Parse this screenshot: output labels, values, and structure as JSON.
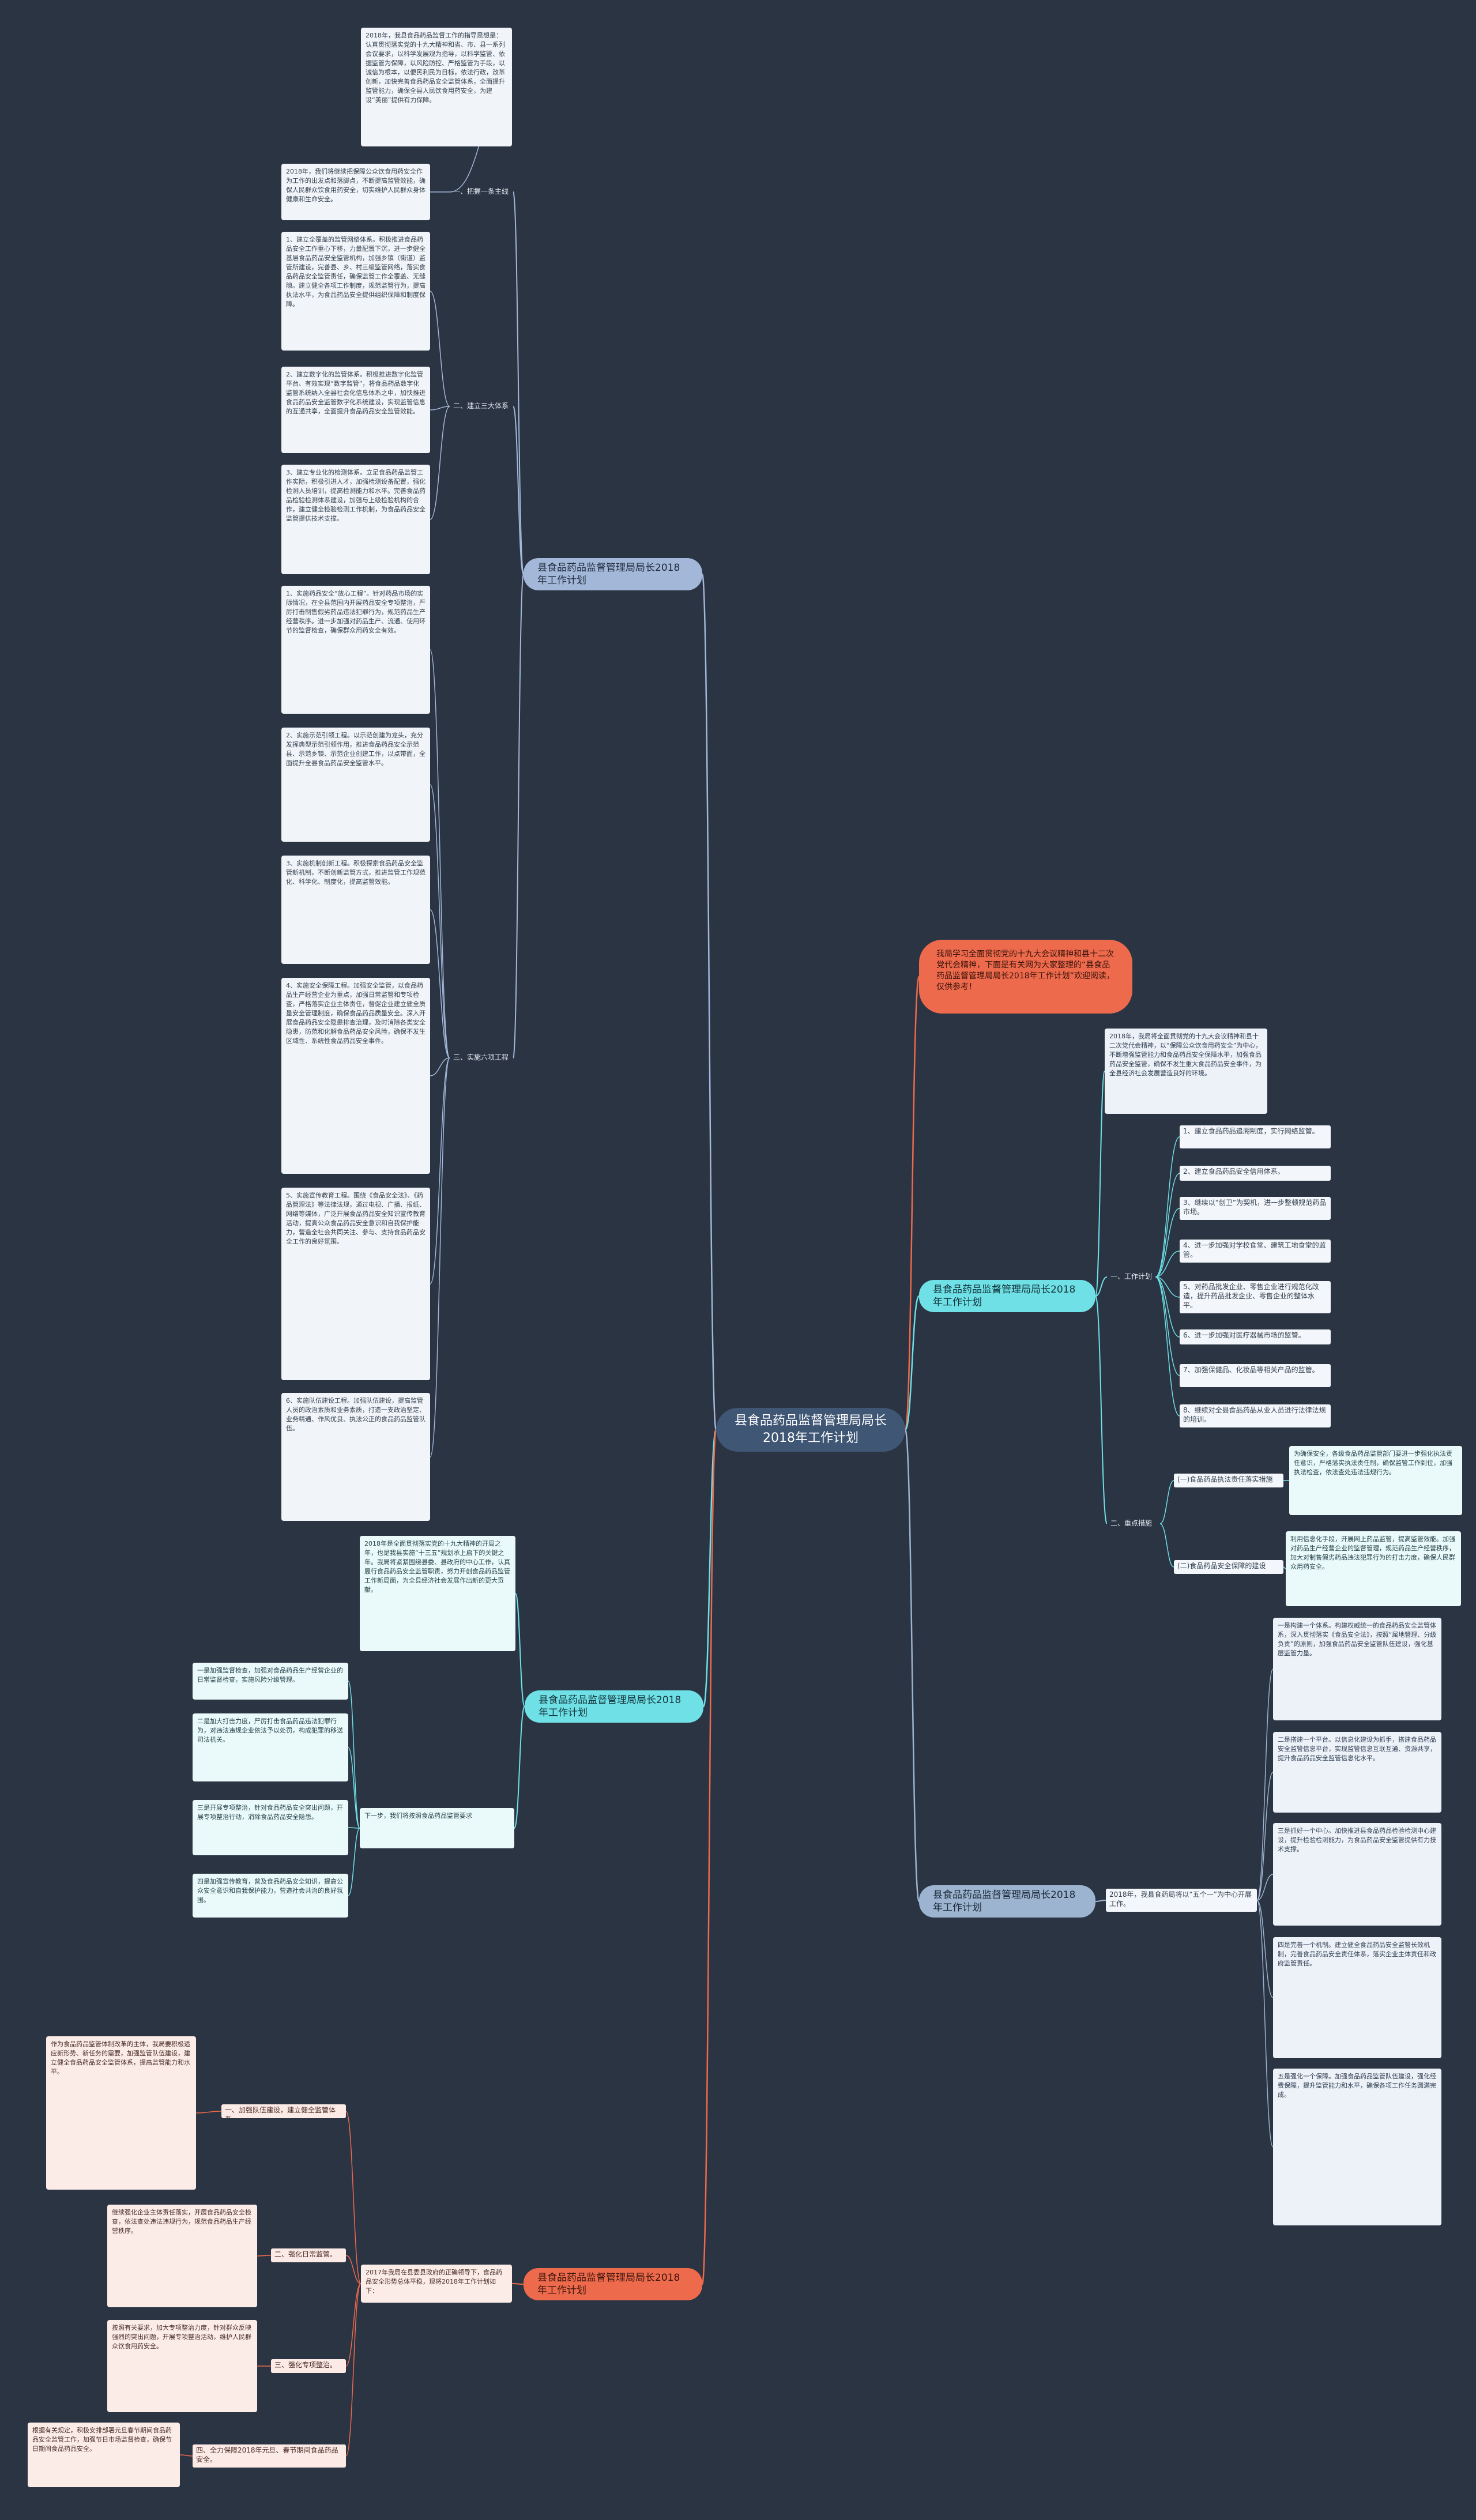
{
  "root": "县食品药品监督管理局局长2018年工作计划",
  "intro": "我局学习全面贯彻党的十九大会议精神和县十二次党代会精神，下面是有关网为大家整理的“县食品药品监督管理局局长2018年工作计划”欢迎阅读，仅供参考！",
  "branch_a": {
    "label": "县食品药品监督管理局局长2018年工作计划",
    "sections": [
      {
        "label": "一、把握一条主线",
        "paras": [
          "2018年，我县食品药品监督工作的指导思想是：认真贯彻落实党的十九大精神和省、市、县一系列会议要求，以科学发展观为指导，以科学监管、依据监管为保障，以风险防控、严格监管为手段，以诚信为根本，以便民利民为目标，依法行政，改革创新，加快完善食品药品安全监管体系，全面提升监管能力，确保全县人民饮食用药安全，为建设“美丽”提供有力保障。",
          "2018年，我们将继续把保障公众饮食用药安全作为工作的出发点和落脚点，不断提高监管效能，确保人民群众饮食用药安全，切实维护人民群众身体健康和生命安全。"
        ]
      },
      {
        "label": "二、建立三大体系",
        "paras": [
          "1、建立全覆盖的监管网络体系。积极推进食品药品安全工作重心下移，力量配置下沉，进一步健全基层食品药品安全监管机构，加强乡镇（街道）监管所建设，完善县、乡、村三级监管网络，落实食品药品安全监管责任，确保监管工作全覆盖、无缝隙。建立健全各项工作制度，规范监管行为，提高执法水平，为食品药品安全提供组织保障和制度保障。",
          "2、建立数字化的监管体系。积极推进数字化监管平台、有效实现“数字监管”，将食品药品数字化监管系统纳入全县社会化信息体系之中，加快推进食品药品安全监管数字化系统建设，实现监管信息的互通共享，全面提升食品药品安全监管效能。",
          "3、建立专业化的检测体系。立足食品药品监管工作实际，积极引进人才，加强检测设备配置，强化检测人员培训，提高检测能力和水平。完善食品药品检验检测体系建设，加强与上级检验机构的合作，建立健全检验检测工作机制，为食品药品安全监管提供技术支撑。"
        ]
      },
      {
        "label": "三、实施六项工程",
        "paras": [
          "1、实施药品安全“放心工程”。针对药品市场的实际情况，在全县范围内开展药品安全专项整治，严厉打击制售假劣药品违法犯罪行为，规范药品生产经营秩序。进一步加强对药品生产、流通、使用环节的监督检查，确保群众用药安全有效。",
          "2、实施示范引领工程。以示范创建为龙头，充分发挥典型示范引领作用，推进食品药品安全示范县、示范乡镇、示范企业创建工作，以点带面，全面提升全县食品药品安全监管水平。",
          "3、实施机制创新工程。积极探索食品药品安全监管新机制，不断创新监管方式，推进监管工作规范化、科学化、制度化，提高监管效能。",
          "4、实施安全保障工程。加强安全监管，以食品药品生产经营企业为重点，加强日常监管和专项检查，严格落实企业主体责任，督促企业建立健全质量安全管理制度，确保食品药品质量安全。深入开展食品药品安全隐患排查治理，及时消除各类安全隐患，防范和化解食品药品安全风险，确保不发生区域性、系统性食品药品安全事件。",
          "5、实施宣传教育工程。围绕《食品安全法》、《药品管理法》等法律法规，通过电视、广播、报纸、网络等媒体，广泛开展食品药品安全知识宣传教育活动，提高公众食品药品安全意识和自我保护能力，营造全社会共同关注、参与、支持食品药品安全工作的良好氛围。",
          "6、实施队伍建设工程。加强队伍建设，提高监管人员的政治素质和业务素质，打造一支政治坚定、业务精通、作风优良、执法公正的食品药品监管队伍。"
        ]
      }
    ]
  },
  "branch_b": {
    "label": "县食品药品监督管理局局长2018年工作计划",
    "intro_para": "2018年，我局将全面贯彻党的十九大会议精神和县十二次党代会精神，以“保障公众饮食用药安全”为中心，不断增强监管能力和食品药品安全保障水平，加强食品药品安全监管，确保不发生重大食品药品安全事件，为全县经济社会发展营造良好的环境。",
    "work_label": "一、工作计划",
    "work_items": [
      "1、建立食品药品追溯制度，实行网络监管。",
      "2、建立食品药品安全信用体系。",
      "3、继续以“创卫”为契机，进一步整顿规范药品市场。",
      "4、进一步加强对学校食堂、建筑工地食堂的监管。",
      "5、对药品批发企业、零售企业进行规范化改造，提升药品批发企业、零售企业的整体水平。",
      "6、进一步加强对医疗器械市场的监管。",
      "7、加强保健品、化妆品等相关产品的监管。",
      "8、继续对全县食品药品从业人员进行法律法规的培训。"
    ],
    "focus_label": "二、重点措施",
    "focus_items": [
      {
        "label": "(一)食品药品执法责任落实措施",
        "para": "为确保安全，各级食品药品监管部门要进一步强化执法责任意识，严格落实执法责任制，确保监管工作到位，加强执法检查，依法查处违法违规行为。"
      },
      {
        "label": "(二)食品药品安全保障的建设",
        "para": "利用信息化手段，开展网上药品监管，提高监管效能。加强对药品生产经营企业的监督管理，规范药品生产经营秩序，加大对制售假劣药品违法犯罪行为的打击力度，确保人民群众用药安全。"
      }
    ]
  },
  "branch_c": {
    "label": "县食品药品监督管理局局长2018年工作计划",
    "para": "2018年是全面贯彻落实党的十九大精神的开局之年，也是我县实施“十三五”规划承上启下的关键之年。我局将紧紧围绕县委、县政府的中心工作，认真履行食品药品安全监管职责，努力开创食品药品监管工作新局面，为全县经济社会发展作出新的更大贡献。",
    "items": [
      {
        "label": "",
        "para": "一是加强监督检查，加强对食品药品生产经营企业的日常监督检查，实施风险分级管理。"
      },
      {
        "label": "",
        "para": "二是加大打击力度，严厉打击食品药品违法犯罪行为，对违法违规企业依法予以处罚，构成犯罪的移送司法机关。"
      },
      {
        "label": "下一步，我们将按照食品药品监管要求",
        "para": "三是开展专项整治，针对食品药品安全突出问题，开展专项整治行动，消除食品药品安全隐患。"
      },
      {
        "label": "",
        "para": "四是加强宣传教育，普及食品药品安全知识，提高公众安全意识和自我保护能力，营造社会共治的良好氛围。"
      }
    ]
  },
  "branch_d": {
    "label": "县食品药品监督管理局局长2018年工作计划",
    "lead": "2018年，我县食药局将以“五个一”为中心开展工作。",
    "paras": [
      "一是构建一个体系。构建权威统一的食品药品安全监管体系，深入贯彻落实《食品安全法》，按照“属地管理、分级负责”的原则，加强食品药品安全监管队伍建设，强化基层监管力量。",
      "二是搭建一个平台。以信息化建设为抓手，搭建食品药品安全监管信息平台，实现监管信息互联互通、资源共享，提升食品药品安全监管信息化水平。",
      "三是抓好一个中心。加快推进县食品药品检验检测中心建设，提升检验检测能力，为食品药品安全监管提供有力技术支撑。",
      "四是完善一个机制。建立健全食品药品安全监管长效机制，完善食品药品安全责任体系，落实企业主体责任和政府监管责任。",
      "五是强化一个保障。加强食品药品监管队伍建设，强化经费保障，提升监管能力和水平，确保各项工作任务圆满完成。"
    ]
  },
  "branch_e": {
    "label": "县食品药品监督管理局局长2018年工作计划",
    "lead": "2017年我局在县委县政府的正确领导下，食品药品安全形势总体平稳，现将2018年工作计划如下：",
    "sections": [
      {
        "label": "一、加强队伍建设，建立健全监管体系。",
        "para": "作为食品药品监管体制改革的主体，我局要积极适应新形势、新任务的需要，加强监管队伍建设，建立健全食品药品安全监管体系，提高监管能力和水平。"
      },
      {
        "label": "二、强化日常监管。",
        "para": "继续强化企业主体责任落实，开展食品药品安全检查，依法查处违法违规行为，规范食品药品生产经营秩序。"
      },
      {
        "label": "三、强化专项整治。",
        "para": "按照有关要求，加大专项整治力度，针对群众反映强烈的突出问题，开展专项整治活动，维护人民群众饮食用药安全。"
      },
      {
        "label": "四、全力保障2018年元旦、春节期间食品药品安全。",
        "para": "根据有关规定，积极安排部署元旦春节期间食品药品安全监管工作，加强节日市场监督检查，确保节日期间食品药品安全。"
      }
    ]
  }
}
